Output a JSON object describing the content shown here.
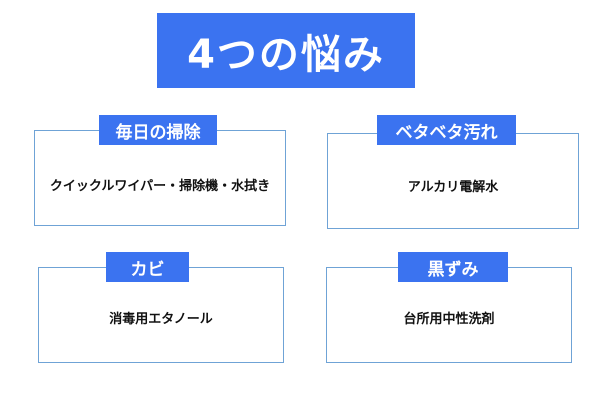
{
  "title": "4つの悩み",
  "cards": [
    {
      "label": "毎日の掃除",
      "body": "クイックルワイパー・掃除機・水拭き"
    },
    {
      "label": "ベタベタ汚れ",
      "body": "アルカリ電解水"
    },
    {
      "label": "カビ",
      "body": "消毒用エタノール"
    },
    {
      "label": "黒ずみ",
      "body": "台所用中性洗剤"
    }
  ],
  "colors": {
    "accent": "#3b73f0",
    "card_border": "#6fa3d6"
  }
}
